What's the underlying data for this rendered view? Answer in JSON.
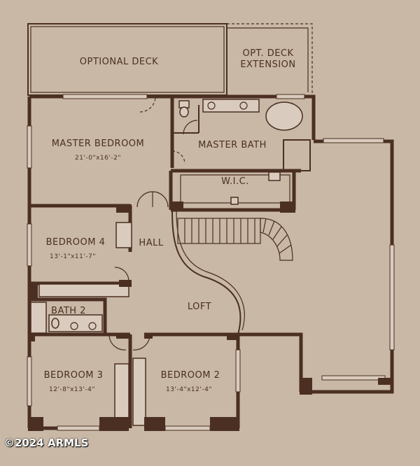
{
  "rooms": {
    "optional_deck": "OPTIONAL DECK",
    "opt_deck_ext_line1": "OPT. DECK",
    "opt_deck_ext_line2": "EXTENSION",
    "master_bedroom": "MASTER BEDROOM",
    "master_bedroom_dim": "21'-0\"x16'-2\"",
    "master_bath": "MASTER BATH",
    "wic": "W.I.C.",
    "bedroom4": "BEDROOM 4",
    "bedroom4_dim": "13'-1\"x11'-7\"",
    "hall": "HALL",
    "loft": "LOFT",
    "bath2": "BATH 2",
    "bedroom3": "BEDROOM 3",
    "bedroom3_dim": "12'-8\"x13'-4\"",
    "bedroom2": "BEDROOM 2",
    "bedroom2_dim": "13'-4\"x12'-4\""
  },
  "watermark": "©2024 ARMLS",
  "colors": {
    "paper": "#c9b8a6",
    "ink": "#4a2f22"
  }
}
